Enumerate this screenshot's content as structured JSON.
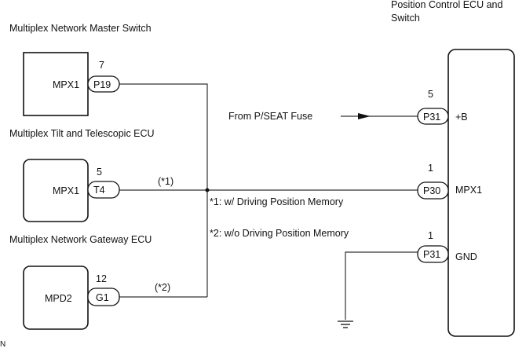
{
  "diagram": {
    "components": {
      "master_switch": {
        "title": "Multiplex Network Master Switch",
        "terminal": "MPX1",
        "connector": "P19",
        "pin": "7"
      },
      "tilt_ecu": {
        "title": "Multiplex Tilt and Telescopic ECU",
        "terminal": "MPX1",
        "connector": "T4",
        "pin": "5"
      },
      "gateway_ecu": {
        "title": "Multiplex Network Gateway ECU",
        "terminal": "MPD2",
        "connector": "G1",
        "pin": "12"
      },
      "position_ecu": {
        "title_line1": "Position Control ECU and",
        "title_line2": "Switch",
        "pins": [
          {
            "connector": "P31",
            "pin": "5",
            "terminal": "+B"
          },
          {
            "connector": "P30",
            "pin": "1",
            "terminal": "MPX1"
          },
          {
            "connector": "P31",
            "pin": "1",
            "terminal": "GND"
          }
        ]
      }
    },
    "fuse_label": "From P/SEAT Fuse",
    "wire_notes": {
      "w1": "(*1)",
      "w2": "(*2)"
    },
    "legend": {
      "note1": "*1: w/ Driving Position Memory",
      "note2": "*2: w/o Driving Position Memory"
    },
    "corner_mark": "N"
  }
}
